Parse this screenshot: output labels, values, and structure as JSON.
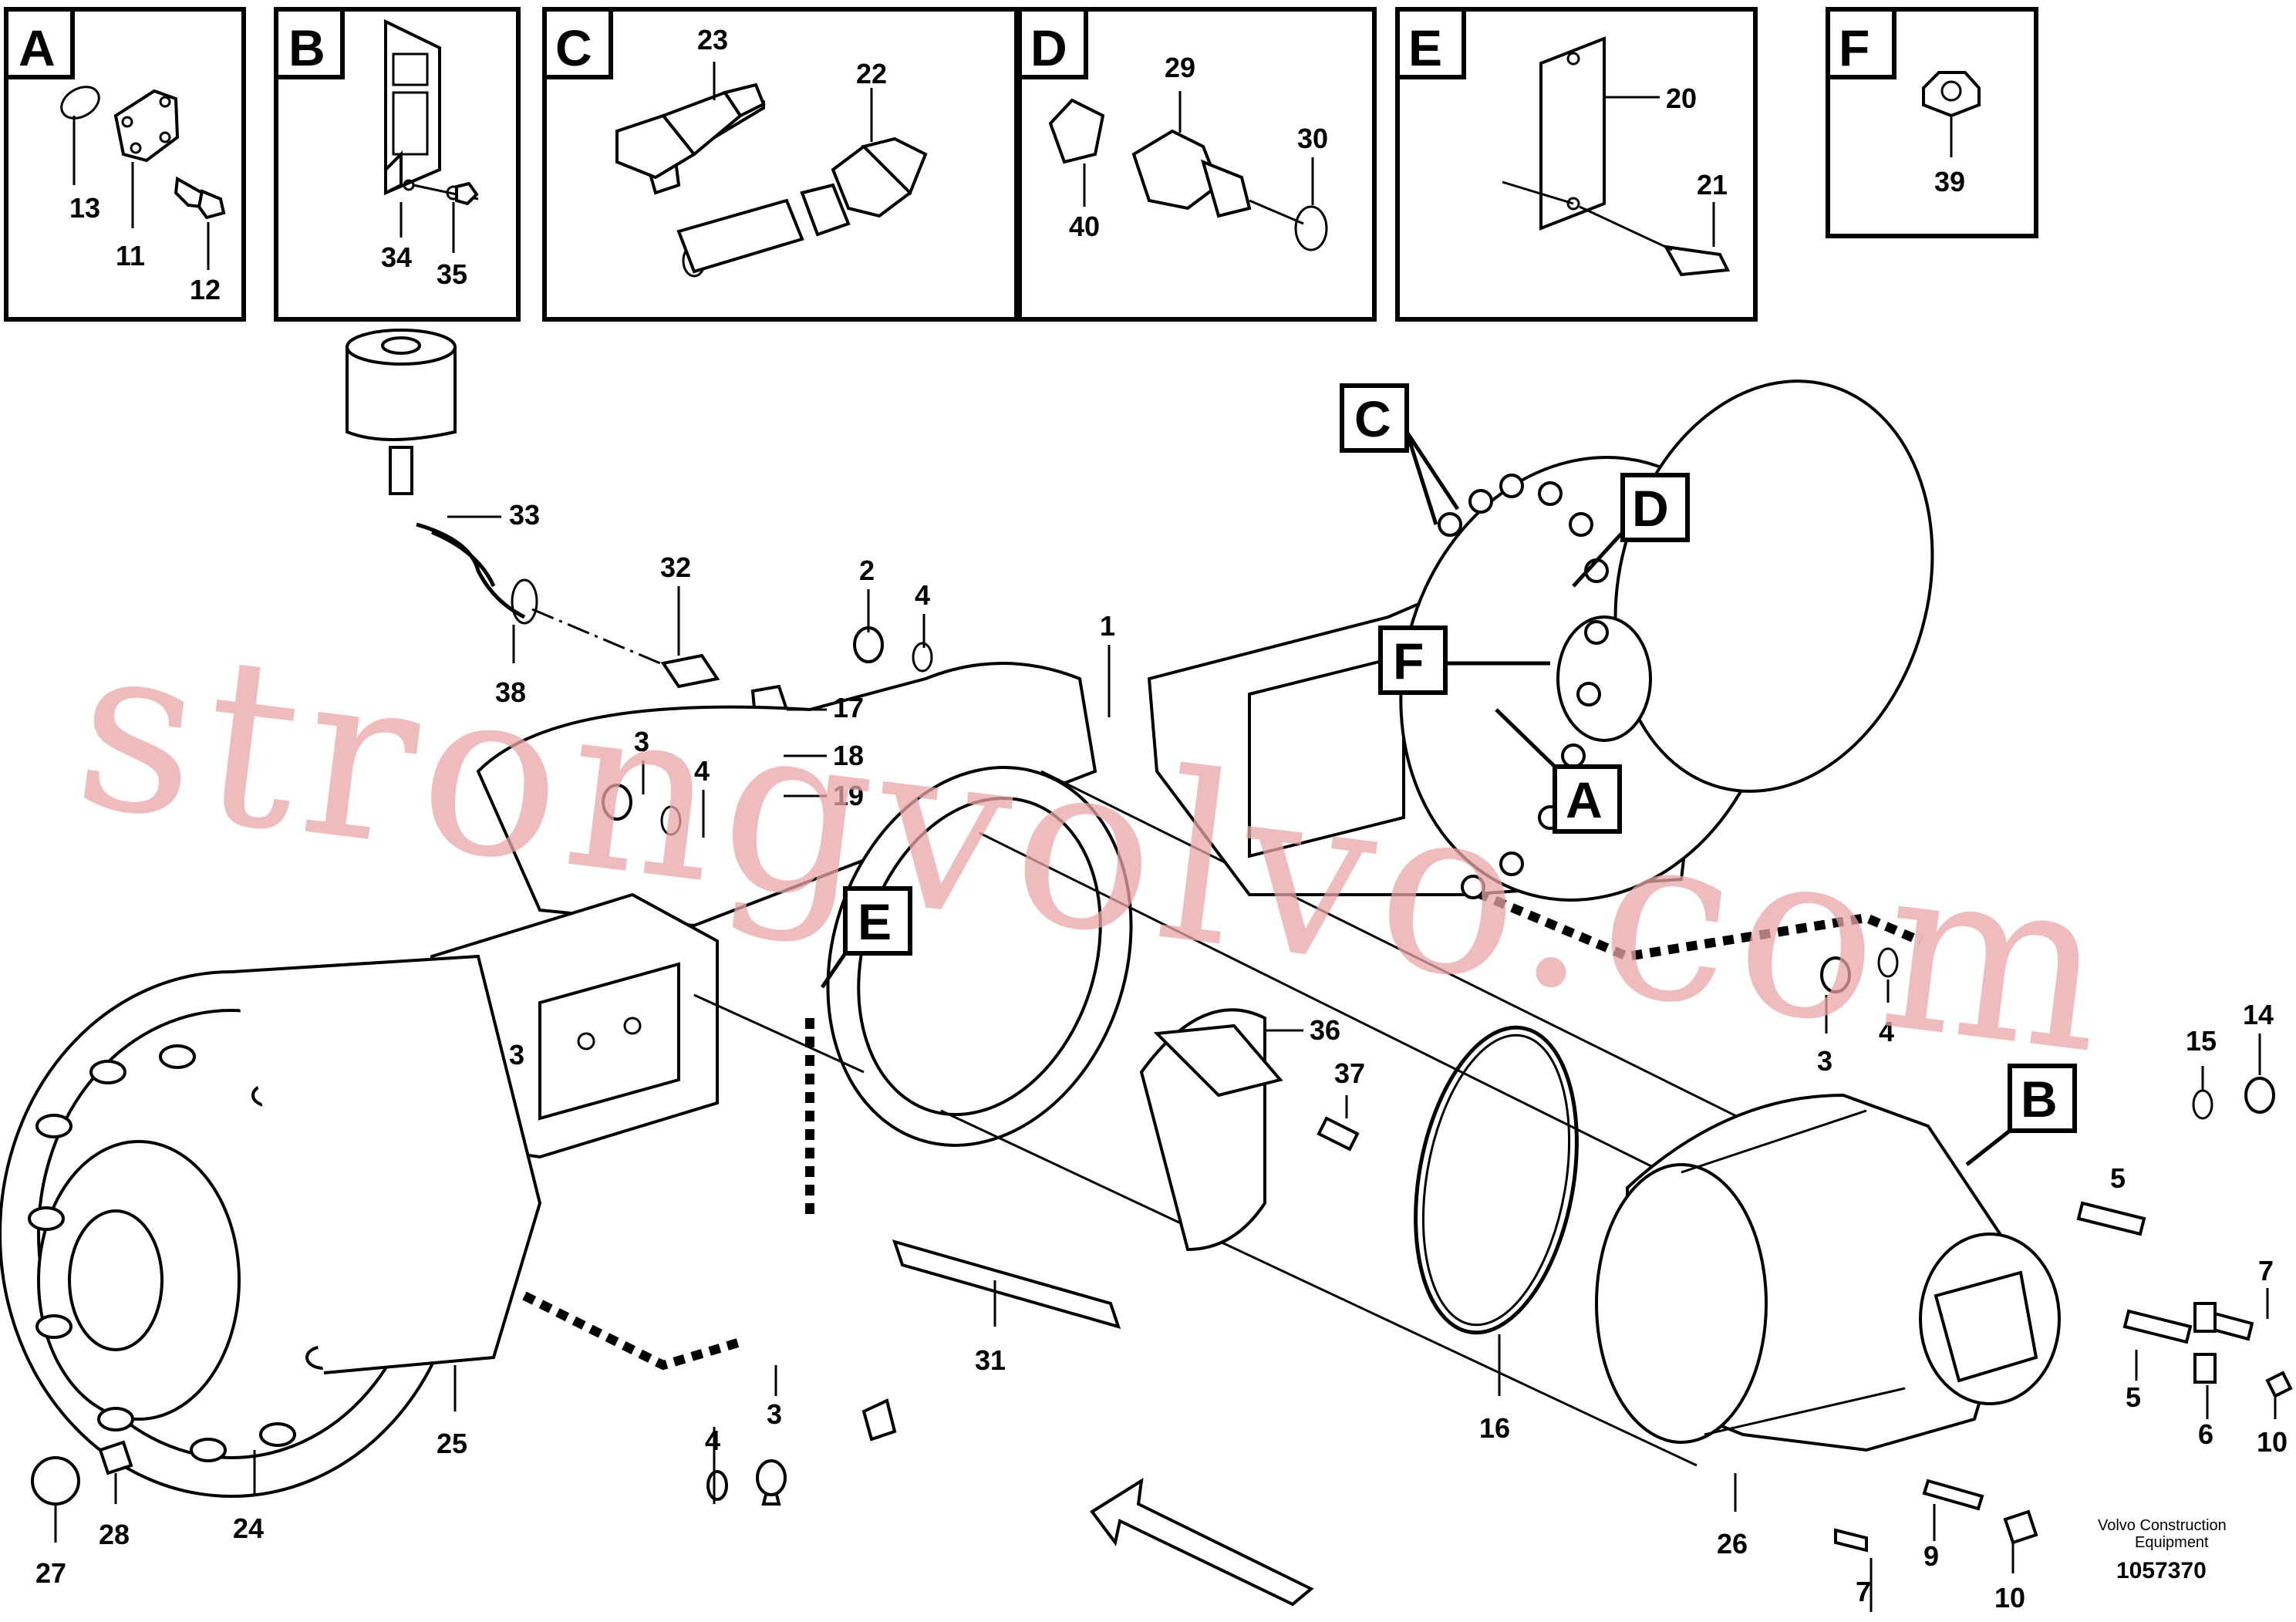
{
  "detail_boxes": [
    {
      "letter": "A",
      "parts": [
        "13",
        "11",
        "12"
      ]
    },
    {
      "letter": "B",
      "parts": [
        "34",
        "35"
      ]
    },
    {
      "letter": "C",
      "parts": [
        "23",
        "22"
      ]
    },
    {
      "letter": "D",
      "parts": [
        "29",
        "30",
        "40"
      ]
    },
    {
      "letter": "E",
      "parts": [
        "20",
        "21"
      ]
    },
    {
      "letter": "F",
      "parts": [
        "39"
      ]
    }
  ],
  "callouts": [
    "C",
    "D",
    "F",
    "A",
    "E",
    "B"
  ],
  "part_labels": [
    "1",
    "2",
    "3",
    "3",
    "3",
    "3",
    "4",
    "4",
    "4",
    "4",
    "5",
    "5",
    "6",
    "7",
    "7",
    "9",
    "10",
    "10",
    "14",
    "15",
    "16",
    "17",
    "18",
    "19",
    "24",
    "25",
    "26",
    "27",
    "28",
    "31",
    "32",
    "33",
    "36",
    "37",
    "38"
  ],
  "footer": {
    "company_line1": "Volvo Construction",
    "company_line2": "Equipment",
    "drawing_number": "1057370"
  },
  "watermark": "strongvolvo.com",
  "colors": {
    "line": "#000000",
    "background": "#ffffff",
    "watermark": "#e8a6a6"
  }
}
